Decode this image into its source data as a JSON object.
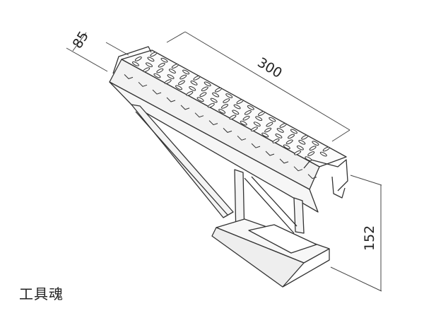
{
  "diagram": {
    "dimensions": {
      "width": "85",
      "length": "300",
      "height": "152"
    },
    "brand_caption": "工具魂",
    "colors": {
      "line": "#333333",
      "dim": "#444444",
      "background": "#ffffff"
    }
  }
}
